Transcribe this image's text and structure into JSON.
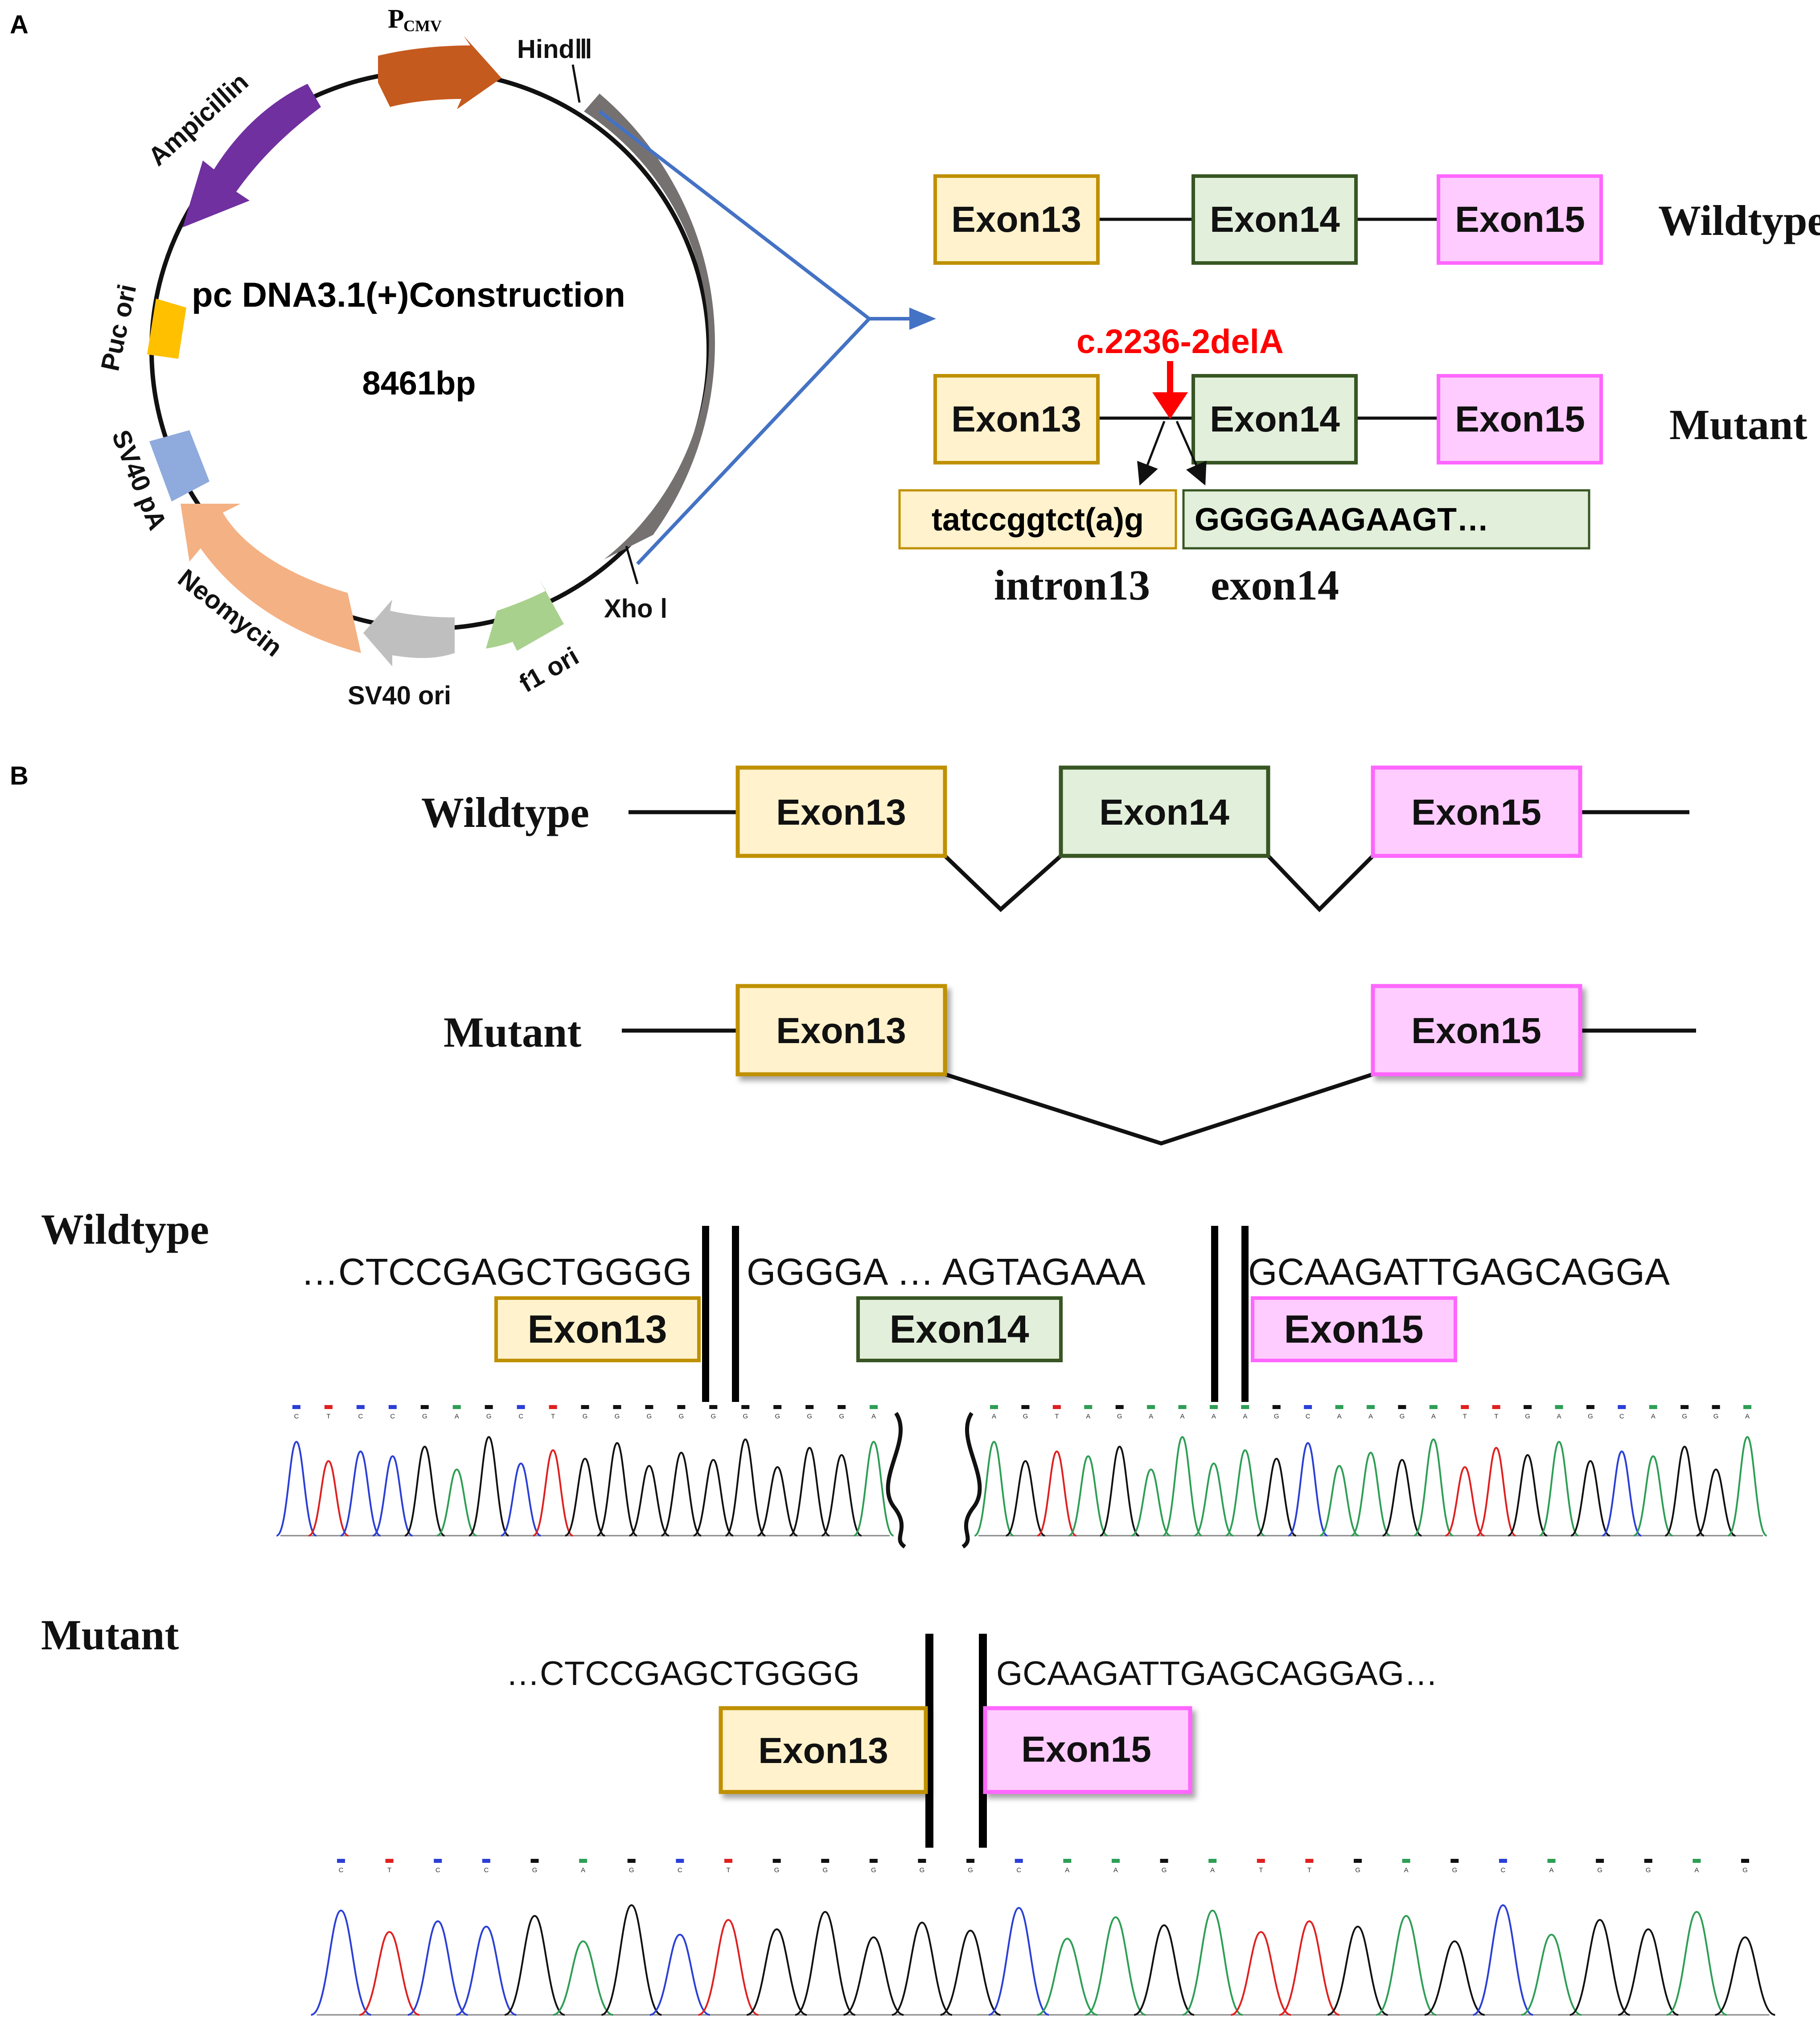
{
  "panel_a": {
    "letter": "A",
    "plasmid": {
      "name": "pc DNA3.1(+)Construction",
      "size": "8461bp",
      "p_letter": "P",
      "p_subscript": "CMV",
      "hindiii": "HindⅢ",
      "xhoi": "Xho Ⅰ",
      "ampicillin": "Ampicillin",
      "puc_ori": "Puc ori",
      "sv40_pa": "SV40 pA",
      "neomycin": "Neomycin",
      "sv40_ori": "SV40 ori",
      "f1_ori": "f1 ori",
      "colors": {
        "pcmv": "#c55a1e",
        "insert": "#767171",
        "ampicillin": "#7030a0",
        "puc": "#ffc000",
        "sv40pa": "#8faadc",
        "neomycin": "#f4b183",
        "sv40ori": "#bfbfbf",
        "f1": "#a9d18e",
        "zoom_lines": "#4472c4"
      }
    },
    "wildtype_label": "Wildtype",
    "mutant_label": "Mutant",
    "exon13": "Exon13",
    "exon14": "Exon14",
    "exon15": "Exon15",
    "mutation": "c.2236-2delA",
    "intron_seq": "tatccggtct(a)g",
    "exon_seq": "GGGGAAGAAGT…",
    "intron_label": "intron13",
    "exon_label": "exon14"
  },
  "panel_b": {
    "letter": "B",
    "wildtype_label": "Wildtype",
    "mutant_label": "Mutant",
    "exon13": "Exon13",
    "exon14": "Exon14",
    "exon15": "Exon15",
    "wt_seq_label": "Wildtype",
    "wt_seq_1": "…CTCCGAGCTGGGG",
    "wt_seq_2": "GGGGA … AGTAGAAA",
    "wt_seq_3": "GCAAGATTGAGCAGGA",
    "mut_seq_label": "Mutant",
    "mut_seq_1": "…CTCCGAGCTGGGG",
    "mut_seq_2": "GCAAGATTGAGCAGGAG…",
    "wt_bases_1": [
      "C",
      "T",
      "C",
      "C",
      "G",
      "A",
      "G",
      "C",
      "T",
      "G",
      "G",
      "G",
      "G",
      "G",
      "G",
      "G",
      "G",
      "G",
      "A"
    ],
    "wt_bases_2": [
      "A",
      "G",
      "T",
      "A",
      "G",
      "A",
      "A",
      "A",
      "A",
      "G",
      "C",
      "A",
      "A",
      "G",
      "A",
      "T",
      "T",
      "G",
      "A",
      "G",
      "C",
      "A",
      "G",
      "G",
      "A"
    ],
    "mut_bases": [
      "C",
      "T",
      "C",
      "C",
      "G",
      "A",
      "G",
      "C",
      "T",
      "G",
      "G",
      "G",
      "G",
      "G",
      "C",
      "A",
      "A",
      "G",
      "A",
      "T",
      "T",
      "G",
      "A",
      "G",
      "C",
      "A",
      "G",
      "G",
      "A",
      "G"
    ],
    "base_colors": {
      "A": "#2e9e55",
      "C": "#2b3fd6",
      "G": "#111111",
      "T": "#e02020"
    }
  },
  "colors": {
    "exon13_fill": "#fff2cc",
    "exon13_stroke": "#bf9000",
    "exon14_fill": "#e2efda",
    "exon14_stroke": "#375623",
    "exon15_fill": "#ffccff",
    "exon15_stroke": "#ff66ff",
    "mutation": "#ff0000"
  }
}
